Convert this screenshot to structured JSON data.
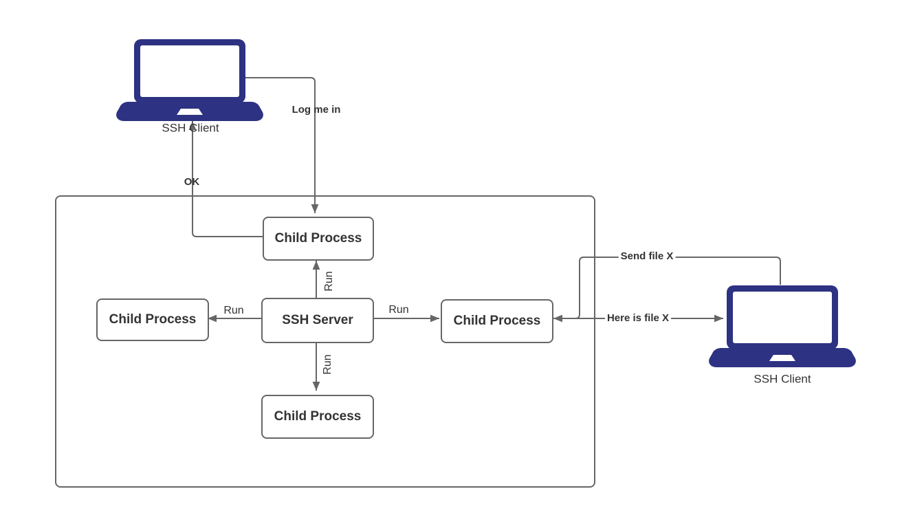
{
  "diagram": {
    "clients": {
      "left": {
        "label": "SSH Client",
        "icon": "laptop-icon"
      },
      "right": {
        "label": "SSH Client",
        "icon": "laptop-icon"
      }
    },
    "server": {
      "label": "SSH Server"
    },
    "children": {
      "top": {
        "label": "Child Process"
      },
      "left": {
        "label": "Child Process"
      },
      "right": {
        "label": "Child Process"
      },
      "bottom": {
        "label": "Child Process"
      }
    },
    "messages": {
      "log_me_in": "Log me in",
      "ok": "OK",
      "run_up": "Run",
      "run_down": "Run",
      "run_left": "Run",
      "run_right": "Run",
      "send_file": "Send file X",
      "here_is_file": "Here is file X"
    },
    "colors": {
      "laptop": "#2d3282",
      "line": "#666666",
      "text": "#333333",
      "box_border": "#666666",
      "background": "#ffffff"
    }
  }
}
